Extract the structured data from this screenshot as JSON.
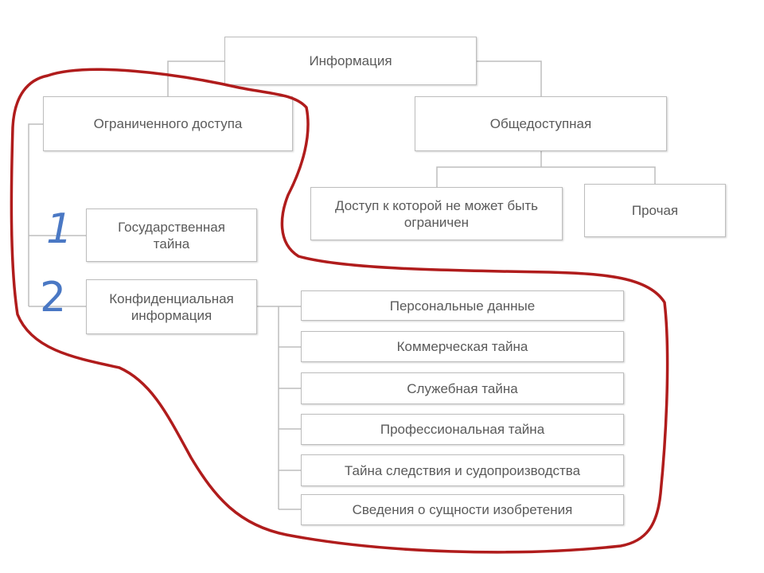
{
  "colors": {
    "node_border": "#bdbdbd",
    "node_text": "#5a5a5a",
    "connector": "#bdbdbd",
    "outline_red": "#b01c1c",
    "handwriting_blue": "#4a78c4"
  },
  "nodes": {
    "root": "Информация",
    "restricted": "Ограниченного доступа",
    "public": "Общедоступная",
    "public_unrestricted": "Доступ к которой не может быть ограничен",
    "public_other": "Прочая",
    "state_secret": "Государственная тайна",
    "confidential": "Конфиденциальная информация",
    "confidential_items": [
      "Персональные данные",
      "Коммерческая тайна",
      "Служебная тайна",
      "Профессиональная тайна",
      "Тайна следствия и судопроизводства",
      "Сведения о сущности изобретения"
    ]
  },
  "annotations": {
    "mark_1": "1",
    "mark_2": "2"
  }
}
